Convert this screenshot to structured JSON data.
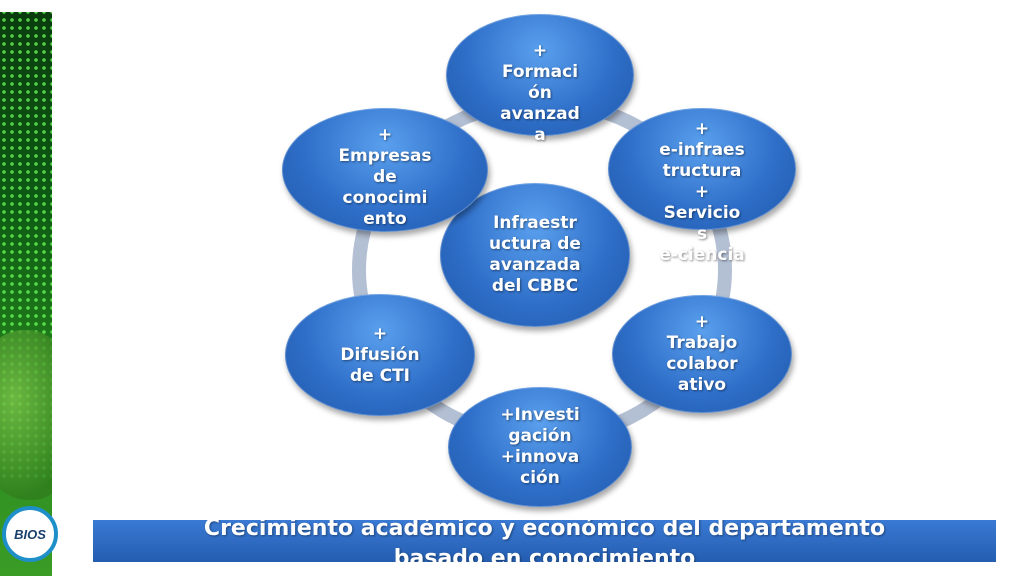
{
  "diagram": {
    "center": "Infraestr\nuctura de\navanzada\ndel CBBC",
    "top": "+\nFormaci\nón\navanzad\na",
    "upper_right": "+\ne-infraes\ntructura\n+\nServicio\ns\ne-ciencia",
    "lower_right": "+\nTrabajo\ncolabor\nativo",
    "bottom": "+Investi\ngación\n+innova\nción",
    "lower_left": "+\nDifusión\nde CTI",
    "upper_left": "+\nEmpresas\nde\nconocimi\nento"
  },
  "banner": "Crecimiento académico y económico del departamento\nbasado en conocimiento",
  "logo_text": "BIOS",
  "colors": {
    "node_blue": "#2f6fc9",
    "ring_gray": "#b3bfd3",
    "strip_green": "#0d5a14"
  }
}
